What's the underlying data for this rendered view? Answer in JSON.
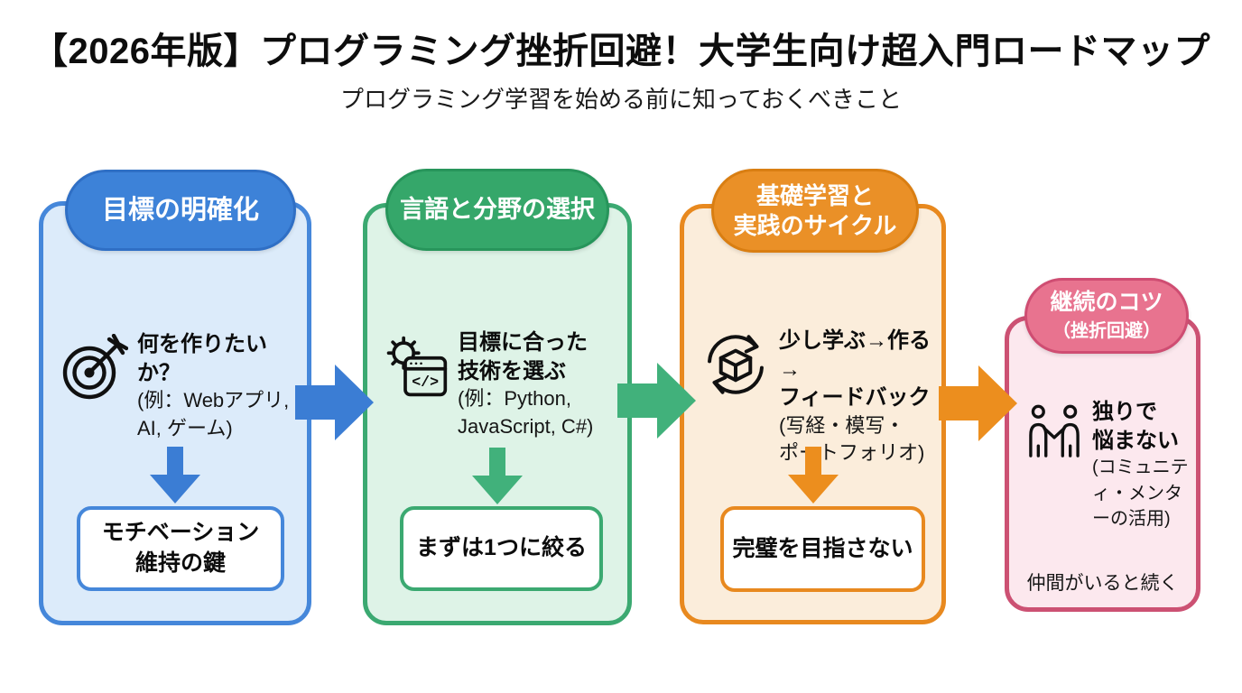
{
  "page": {
    "title": "【2026年版】プログラミング挫折回避！大学生向け超入門ロードマップ",
    "subtitle": "プログラミング学習を始める前に知っておくべきこと"
  },
  "columns": [
    {
      "id": "goal-clarification",
      "header": "目標の明確化",
      "icon": "target-icon",
      "point": "何を作りたいか？",
      "note": "(例：Webアプリ,\nAI, ゲーム)",
      "key_box": "モチベーション\n維持の鍵",
      "colors": {
        "pill": "#3d82d8",
        "pill_border": "#2f6fc5",
        "border": "#4587da",
        "soft": "#dcebfa",
        "arrow": "#3b7dd4"
      }
    },
    {
      "id": "language-field-choice",
      "header": "言語と分野の選択",
      "icon": "gear-code-icon",
      "icon_glyph": "</>",
      "point": "目標に合った\n技術を選ぶ",
      "note": "(例：Python,\nJavaScript, C#)",
      "key_box": "まずは1つに絞る",
      "colors": {
        "pill": "#35a76a",
        "pill_border": "#27955b",
        "border": "#3ba971",
        "soft": "#def3e7",
        "arrow": "#41b17b"
      }
    },
    {
      "id": "learn-practice-cycle",
      "header": "基礎学習と\n実践のサイクル",
      "icon": "cycle-box-icon",
      "point": "少し学ぶ→作る→\nフィードバック",
      "note": "(写経・模写・\nポートフォリオ)",
      "key_box": "完璧を目指さない",
      "colors": {
        "pill": "#ea9027",
        "pill_border": "#d97e12",
        "border": "#e8891f",
        "soft": "#fbeddb",
        "arrow": "#ec8e1e"
      }
    },
    {
      "id": "continuation-tips",
      "header": "継続のコツ",
      "header_sub": "（挫折回避）",
      "icon": "handshake-icon",
      "point": "独りで\n悩まない",
      "note": "(コミュニティ・メンターの活用)",
      "footer": "仲間がいると続く",
      "colors": {
        "pill": "#e8738f",
        "pill_border": "#cf4d72",
        "border": "#cc5173",
        "soft": "#fce8ee",
        "arrow": "#e8738f"
      }
    }
  ]
}
